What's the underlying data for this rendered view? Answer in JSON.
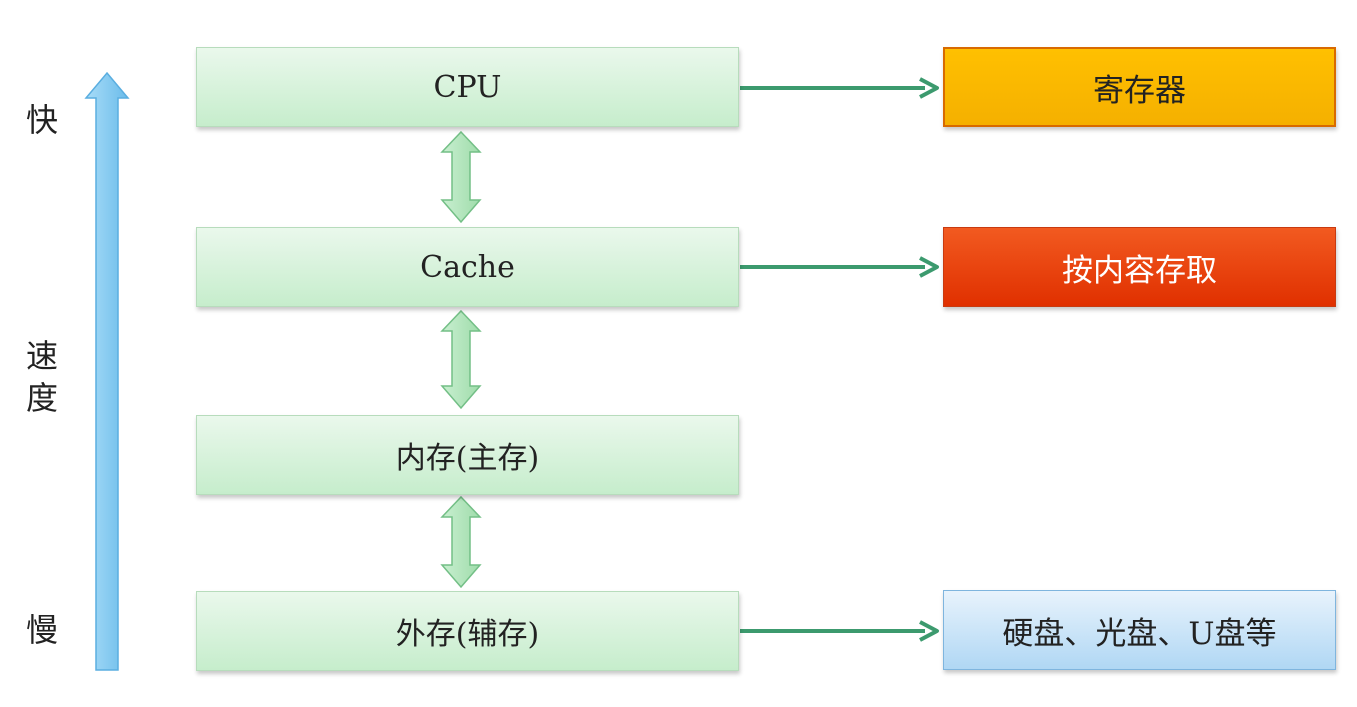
{
  "speed_axis": {
    "fast_label": "快",
    "middle_label_1": "速",
    "middle_label_2": "度",
    "slow_label": "慢",
    "arrow_color": "#7cc6f2"
  },
  "levels": [
    {
      "label": "CPU"
    },
    {
      "label": "Cache"
    },
    {
      "label": "内存(主存)"
    },
    {
      "label": "外存(辅存)"
    }
  ],
  "notes": {
    "cpu": "寄存器",
    "cache": "按内容存取",
    "external": "硬盘、光盘、U盘等"
  },
  "colors": {
    "level_box": "#d8f3dc",
    "connector_green": "#3c9a6e",
    "register_box": "#ffc000",
    "cache_box": "#e83f0a",
    "external_box": "#c5e2f7"
  }
}
